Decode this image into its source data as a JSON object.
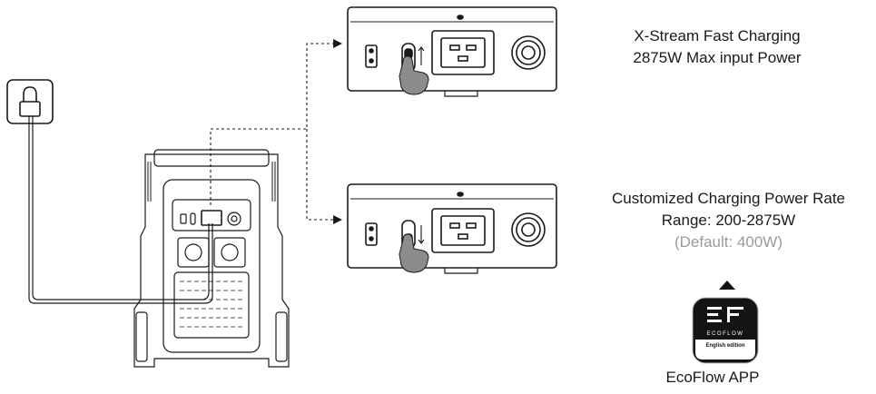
{
  "panels": {
    "fast": {
      "line1": "X-Stream Fast Charging",
      "line2": "2875W Max input Power",
      "switch_direction": "up"
    },
    "custom": {
      "line1": "Customized Charging Power Rate",
      "line2": "Range: 200-2875W",
      "line3": "(Default: 400W)",
      "switch_direction": "down"
    }
  },
  "app": {
    "name": "EcoFlow APP",
    "wordmark": "ECOFLOW",
    "edition": "English edition"
  },
  "colors": {
    "line": "#1a1a1a",
    "muted_text": "#9a9a9a",
    "hand_fill": "#8c8c8c"
  }
}
